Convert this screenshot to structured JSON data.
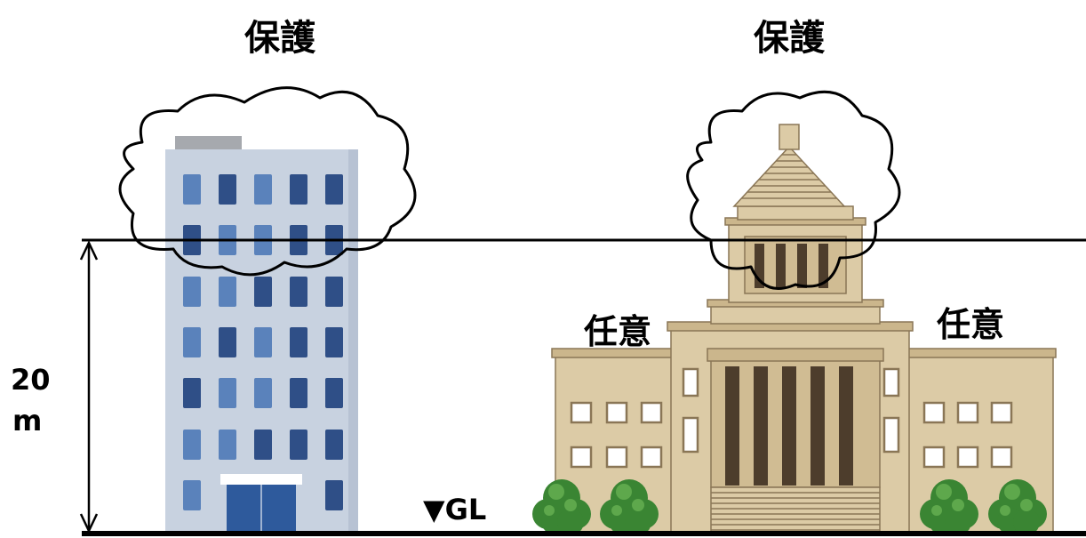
{
  "labels": {
    "protect_left": "保護",
    "protect_right": "保護",
    "optional_left": "任意",
    "optional_right": "任意",
    "height_value": "20",
    "height_unit": "m",
    "ground_level": "▼GL"
  },
  "colors": {
    "line": "#000000",
    "office_roof": "#a6a9ae",
    "office_wall": "#c8d2e0",
    "office_shade": "#b7c2d3",
    "office_window": "#5a82bb",
    "office_window_dark": "#2f4f87",
    "office_door": "#2e5a9c",
    "diet_wall": "#dccba6",
    "diet_wall_dark": "#d0bc93",
    "diet_trim": "#cbb68c",
    "diet_outline": "#8a7656",
    "diet_column": "#4d3d2c",
    "tree_dark": "#3a8533",
    "tree_light": "#5ea84c"
  }
}
